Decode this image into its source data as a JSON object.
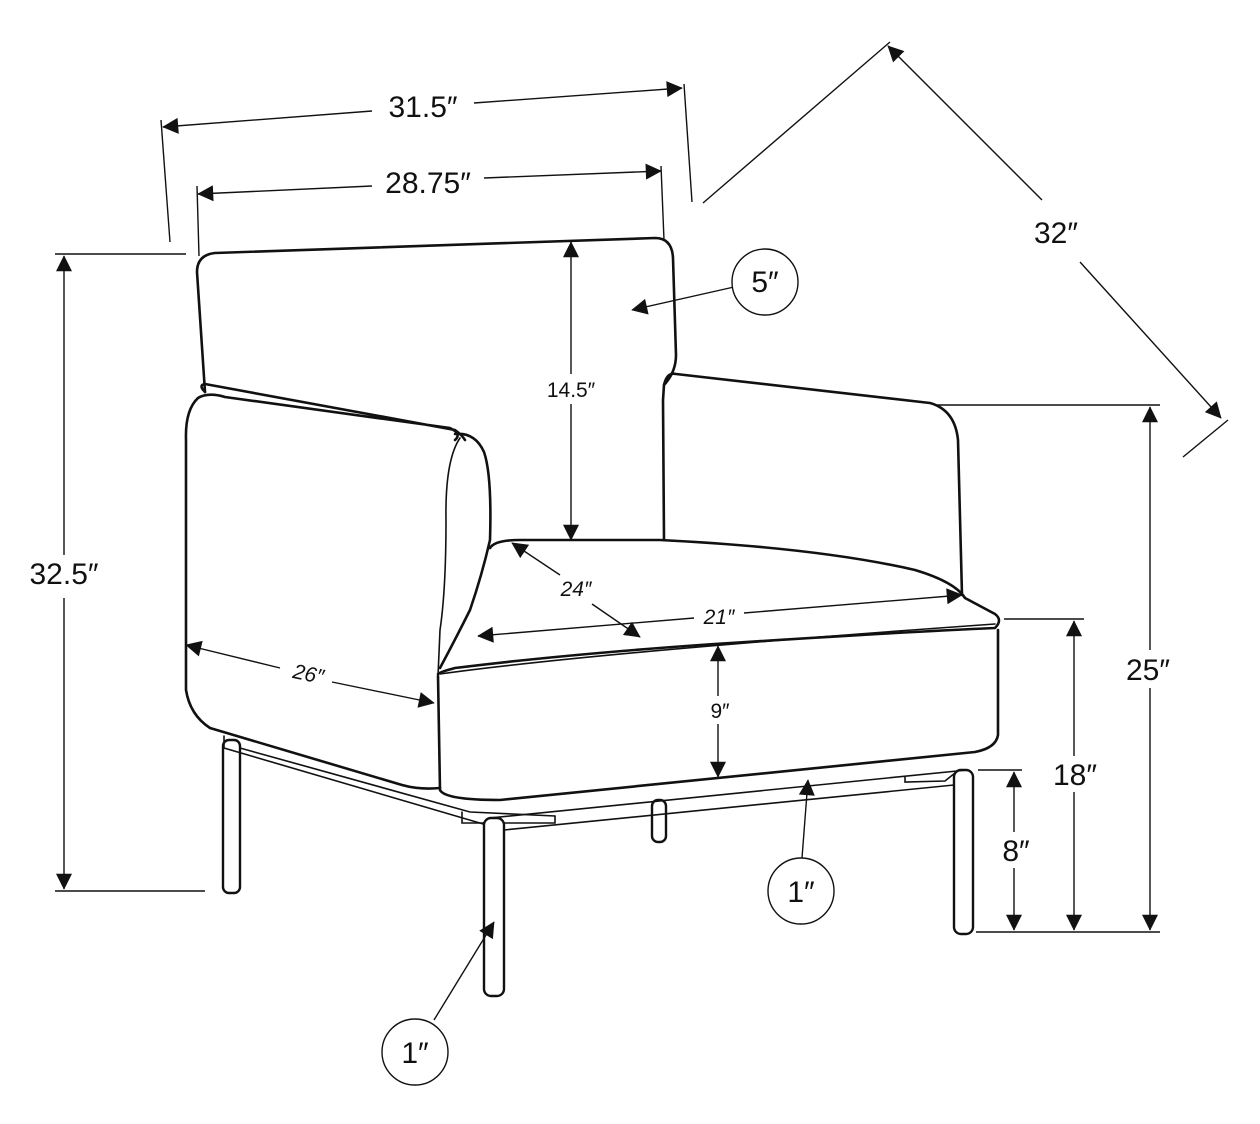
{
  "diagram": {
    "dimensions": {
      "overall_width": "31.5″",
      "back_width": "28.75″",
      "overall_depth": "32″",
      "back_cushion_thickness": "5″",
      "back_height": "14.5″",
      "overall_height": "32.5″",
      "seat_depth": "24″",
      "seat_width": "21″",
      "arm_depth": "26″",
      "seat_cushion_height": "9″",
      "arm_height": "25″",
      "seat_height": "18″",
      "clearance": "8″",
      "frame_thickness": "1″",
      "leg_thickness": "1″"
    },
    "colors": {
      "line": "#111111",
      "background": "#ffffff"
    }
  }
}
